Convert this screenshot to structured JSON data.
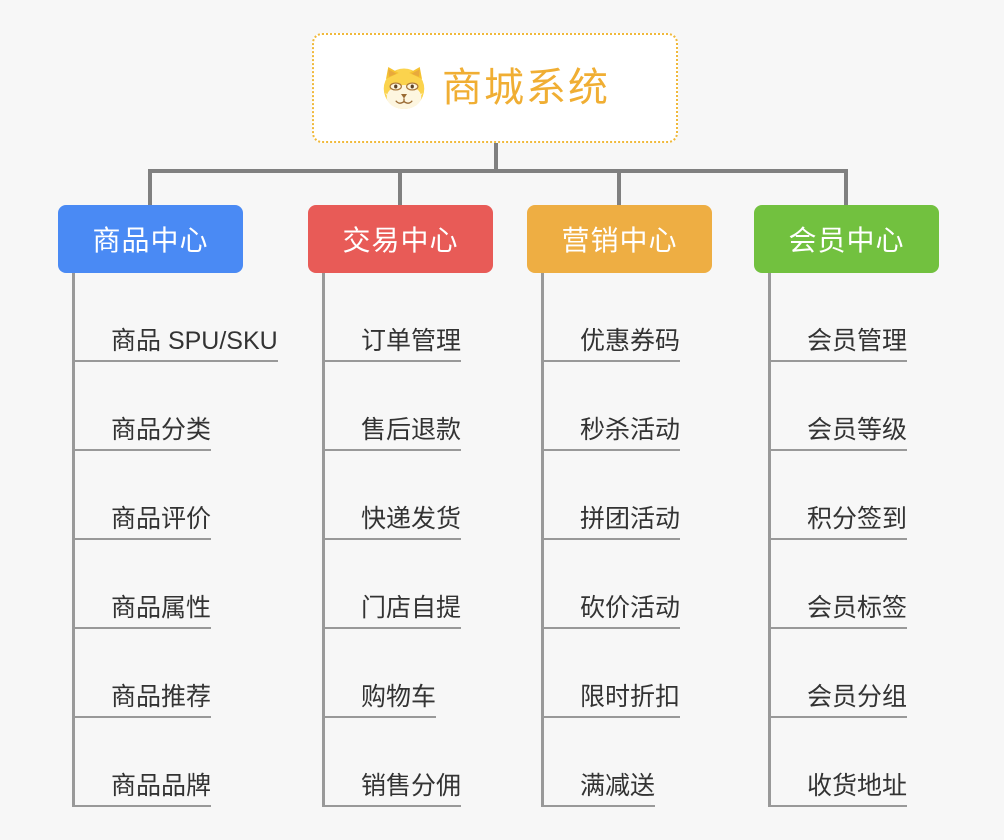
{
  "root": {
    "title": "商城系统",
    "icon": "shiba-dog-face-icon",
    "title_color": "#f0ae33",
    "border_color": "#f0b93b"
  },
  "background_color": "#f7f7f7",
  "connector_color": "#808080",
  "columns": [
    {
      "id": "product-center",
      "title": "商品中心",
      "color": "#4a8af4",
      "items": [
        "商品 SPU/SKU",
        "商品分类",
        "商品评价",
        "商品属性",
        "商品推荐",
        "商品品牌"
      ]
    },
    {
      "id": "trade-center",
      "title": "交易中心",
      "color": "#e85b57",
      "items": [
        "订单管理",
        "售后退款",
        "快递发货",
        "门店自提",
        "购物车",
        "销售分佣"
      ]
    },
    {
      "id": "marketing-center",
      "title": "营销中心",
      "color": "#eeae43",
      "items": [
        "优惠券码",
        "秒杀活动",
        "拼团活动",
        "砍价活动",
        "限时折扣",
        "满减送"
      ]
    },
    {
      "id": "member-center",
      "title": "会员中心",
      "color": "#72c13f",
      "items": [
        "会员管理",
        "会员等级",
        "积分签到",
        "会员标签",
        "会员分组",
        "收货地址"
      ]
    }
  ]
}
